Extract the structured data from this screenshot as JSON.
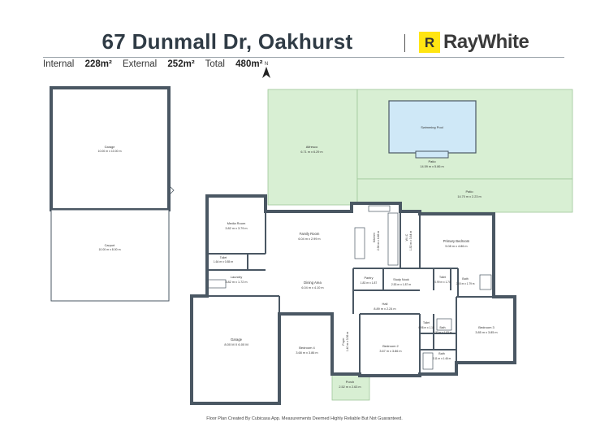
{
  "header": {
    "address": "67 Dunmall Dr, Oakhurst",
    "brand": "RayWhite",
    "brand_mark": "R",
    "brand_color": "#ffe512",
    "areas": [
      {
        "label": "Internal",
        "value": "228m²"
      },
      {
        "label": "External",
        "value": "252m²"
      },
      {
        "label": "Total",
        "value": "480m²"
      }
    ],
    "north_label": "N"
  },
  "rooms": {
    "garage_detached": {
      "name": "Garage",
      "dims": "10.00 m x 10.00 m"
    },
    "carport": {
      "name": "Carport",
      "dims": "10.00 m x 8.00 m"
    },
    "alfresco": {
      "name": "Alfresco",
      "dims": "6.71 m x 6.29 m"
    },
    "swimming_pool": {
      "name": "Swimming Pool",
      "dims": ""
    },
    "patio1": {
      "name": "Patio",
      "dims": "14.59 m x 5.86 m"
    },
    "patio2": {
      "name": "Patio",
      "dims": "14.70 m x 2.23 m"
    },
    "media_room": {
      "name": "Media Room",
      "dims": "3.82 m x 3.79 m"
    },
    "family_room": {
      "name": "Family Room",
      "dims": "6.04 m x 2.99 m"
    },
    "kitchen": {
      "name": "Kitchen",
      "dims": "2.94 m x 4.46 m"
    },
    "wic": {
      "name": "W.I.C",
      "dims": "1.52 m x 3.64 m"
    },
    "primary_bedroom": {
      "name": "Primary Bedroom",
      "dims": "5.08 m x 4.86 m"
    },
    "toilet1": {
      "name": "Toilet",
      "dims": "1.64 m x 0.85 m"
    },
    "laundry": {
      "name": "Laundry",
      "dims": "3.82 m x 1.72 m"
    },
    "dining_area": {
      "name": "Dining Area",
      "dims": "6.04 m x 4.10 m"
    },
    "pantry": {
      "name": "Pantry",
      "dims": "1.83 m x 1.87"
    },
    "study_nook": {
      "name": "Study Nook",
      "dims": "2.53 m x 1.87 m"
    },
    "toilet2": {
      "name": "Toilet",
      "dims": "0.99 m x 1.74"
    },
    "bath1": {
      "name": "Bath",
      "dims": "2.00 m x 1.79 m"
    },
    "hall": {
      "name": "Hall",
      "dims": "8.89 m x 2.24 m"
    },
    "garage": {
      "name": "Garage",
      "dims": "8.00 M X 6.00 M"
    },
    "bedroom4": {
      "name": "Bedroom 4",
      "dims": "3.68 m x 3.86 m"
    },
    "foyer": {
      "name": "Foyer",
      "dims": "1.40 m x 3.56 m"
    },
    "bedroom2": {
      "name": "Bedroom 2",
      "dims": "3.67 m x 3.86 m"
    },
    "toilet3": {
      "name": "Toilet",
      "dims": "0.98 m x 1.18"
    },
    "bath2": {
      "name": "Bath",
      "dims": "1.33 m x 1.83 m"
    },
    "bath3": {
      "name": "Bath",
      "dims": "3.11 m x 1.46 m"
    },
    "bedroom3": {
      "name": "Bedroom 3",
      "dims": "3.85 m x 3.85 m"
    },
    "porch": {
      "name": "Porch",
      "dims": "2.52 m x 2.63 m"
    }
  },
  "footer": "Floor Plan Created By Cubicasa App. Measurements Deemed Highly Reliable But Not Guaranteed.",
  "colors": {
    "wall": "#4a5763",
    "floor": "#ffffff",
    "outdoor": "#d8efd3",
    "pool": "#cfe8f7",
    "accent": "#ffe512"
  }
}
